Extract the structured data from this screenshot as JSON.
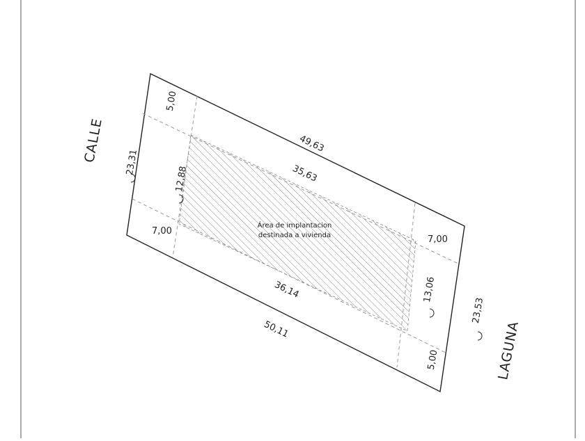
{
  "plan": {
    "street_top": "CALLE",
    "street_bottom": "LAGUNA",
    "area_label_line1": "Área de implantacion",
    "area_label_line2": "destinada a vivienda",
    "dimensions": {
      "top_total": "49,63",
      "top_inner": "35,63",
      "bottom_inner": "36,14",
      "bottom_total": "50,11",
      "left_total": "23,31",
      "left_inner": "12,88",
      "right_total": "23,53",
      "right_inner": "13,06",
      "setback_front_top": "5,00",
      "setback_front_bottom": "5,00",
      "setback_side_left": "7,00",
      "setback_side_right": "7,00"
    }
  },
  "colors": {
    "outline": "#222222",
    "dashed": "#9a9a9a",
    "hatch": "#8a8a8a",
    "page_border": "#555555"
  }
}
